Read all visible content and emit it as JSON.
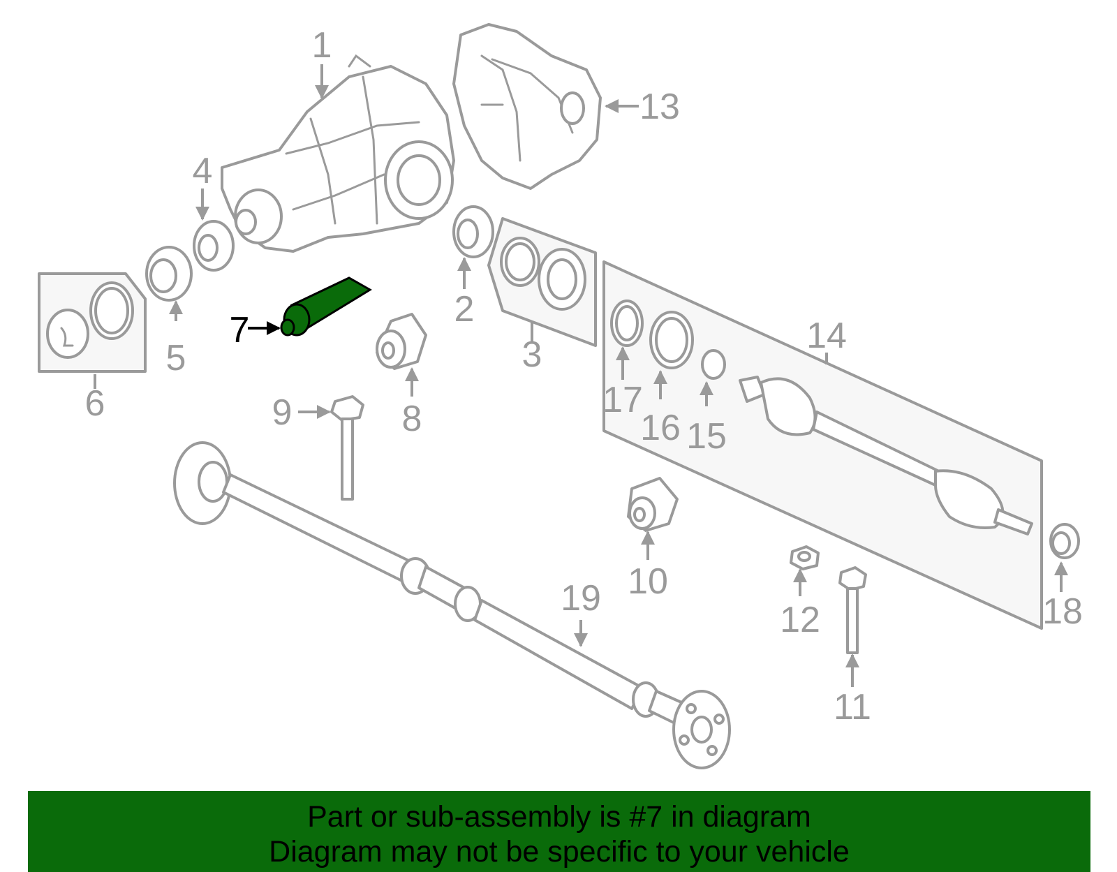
{
  "diagram": {
    "highlight_color": "#0a6b0a",
    "callouts": [
      "1",
      "2",
      "3",
      "4",
      "5",
      "6",
      "7",
      "8",
      "9",
      "10",
      "11",
      "12",
      "13",
      "14",
      "15",
      "16",
      "17",
      "18",
      "19"
    ],
    "highlighted": "7"
  },
  "banner": {
    "line1": "Part or sub-assembly is #7 in diagram",
    "line2": "Diagram may not be specific to your vehicle",
    "background": "#0a6b0a"
  }
}
